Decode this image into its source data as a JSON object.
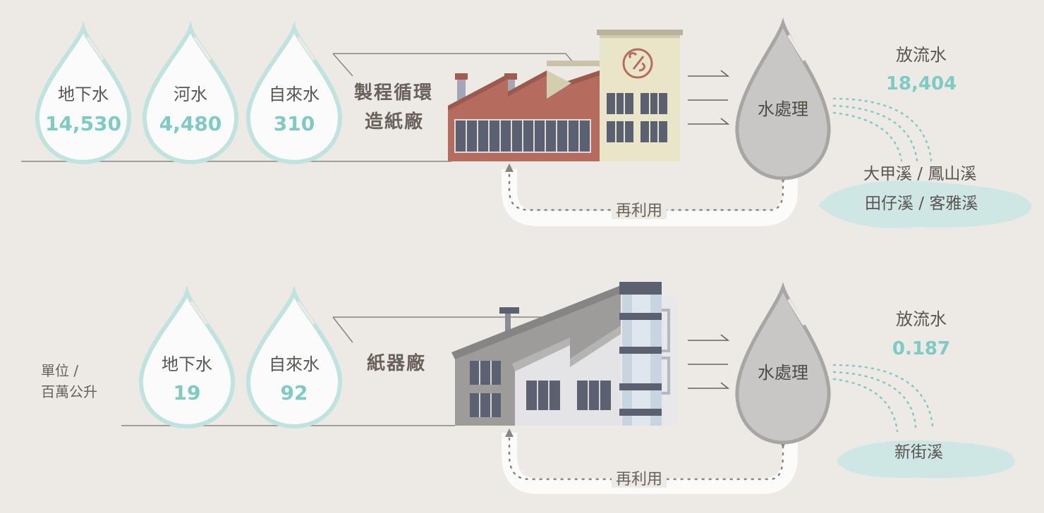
{
  "top": {
    "sources": [
      {
        "label": "地下水",
        "value": "14,530"
      },
      {
        "label": "河水",
        "value": "4,480"
      },
      {
        "label": "自來水",
        "value": "310"
      }
    ],
    "factory": {
      "line1": "製程循環",
      "line2": "造紙廠"
    },
    "treatment": "水處理",
    "reuse": "再利用",
    "discharge": {
      "label": "放流水",
      "value": "18,404"
    },
    "rivers": {
      "line1": "大甲溪 / 鳳山溪",
      "line2": "田仔溪 / 客雅溪"
    }
  },
  "bottom": {
    "sources": [
      {
        "label": "地下水",
        "value": "19"
      },
      {
        "label": "自來水",
        "value": "92"
      }
    ],
    "factory": {
      "line1": "紙器廠"
    },
    "treatment": "水處理",
    "reuse": "再利用",
    "discharge": {
      "label": "放流水",
      "value": "0.187"
    },
    "rivers": {
      "line1": "新街溪"
    }
  },
  "unit": {
    "line1": "單位 /",
    "line2": "百萬公升"
  },
  "colors": {
    "background": "#ede9e5",
    "drop_outline": "#bfe3de",
    "value_teal": "#7ecbc4",
    "treatment_gray": "#c9c7c6",
    "factory_brick": "#b56c5e",
    "factory_cream": "#e9e5c9",
    "pool": "#cfe7e4"
  },
  "icons": {
    "drops": "water-drop-icon",
    "factory_top": "paper-mill-factory-icon",
    "factory_bottom": "carton-factory-icon",
    "logo": "company-logo-icon"
  }
}
